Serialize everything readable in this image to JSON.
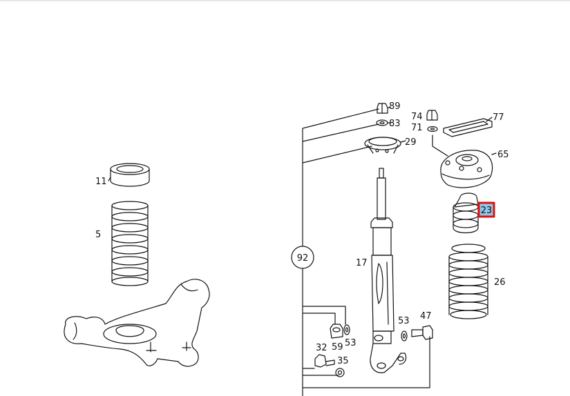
{
  "diagram": {
    "parts": {
      "p89": "89",
      "p83": "83",
      "p29": "29",
      "p74": "74",
      "p71": "71",
      "p77": "77",
      "p65": "65",
      "p11": "11",
      "p5": "5",
      "p92": "92",
      "p17": "17",
      "p23": "23",
      "p26": "26",
      "p53a": "53",
      "p47": "47",
      "p32": "32",
      "p59": "59",
      "p53b": "53",
      "p35": "35"
    },
    "selected_part": "23",
    "highlight_color": "#8ec8e8",
    "highlight_border": "#e01010"
  }
}
